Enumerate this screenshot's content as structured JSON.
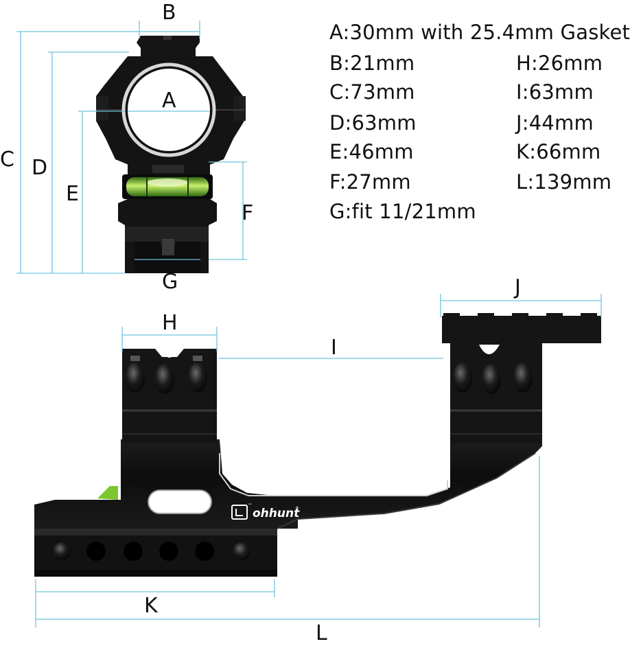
{
  "specs": {
    "a": "A:30mm with 25.4mm Gasket",
    "b": "B:21mm",
    "c": "C:73mm",
    "d": "D:63mm",
    "e": "E:46mm",
    "f": "F:27mm",
    "g": "G:fit 11/21mm",
    "h": "H:26mm",
    "i": "I:63mm",
    "j": "J:44mm",
    "k": "K:66mm",
    "l": "L:139mm"
  },
  "labels": {
    "a": "A",
    "b": "B",
    "c": "C",
    "d": "D",
    "e": "E",
    "f": "F",
    "g": "G",
    "h": "H",
    "i": "I",
    "j": "J",
    "k": "K",
    "l": "L"
  },
  "brand": {
    "name": "ohhunt",
    "mark": "™",
    "reg": "®"
  },
  "colors": {
    "dimension_line": "#6fc3df",
    "metal": "#141414",
    "metal_edge": "#c9c9c9",
    "bubble_level": "#8fd13a",
    "background": "#ffffff"
  }
}
